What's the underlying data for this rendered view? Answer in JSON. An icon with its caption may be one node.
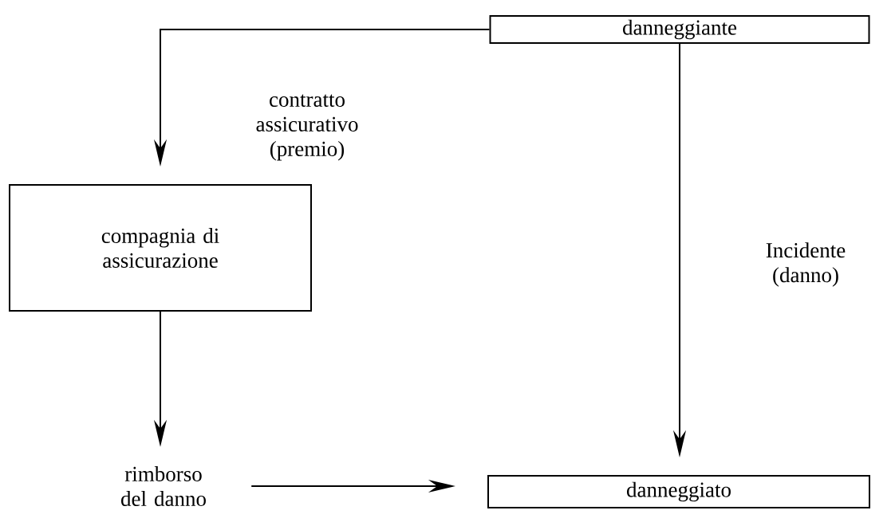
{
  "diagram": {
    "nodes": [
      {
        "text": [
          "danneggiante"
        ]
      },
      {
        "text": [
          "compagnia di assicurazione"
        ]
      },
      {
        "text": [
          "rimborso del danno"
        ]
      },
      {
        "text": [
          "danneggiato"
        ]
      }
    ],
    "edges": [
      {
        "from": 0,
        "to": 1,
        "arrow": "to",
        "label": "contratto assicurativo (premio)"
      },
      {
        "from": 0,
        "to": 3,
        "arrow": "to",
        "label": "Incidente (danno)"
      },
      {
        "from": 1,
        "to": 2,
        "arrow": "to"
      },
      {
        "from": 2,
        "to": 3,
        "arrow": "to"
      }
    ]
  }
}
